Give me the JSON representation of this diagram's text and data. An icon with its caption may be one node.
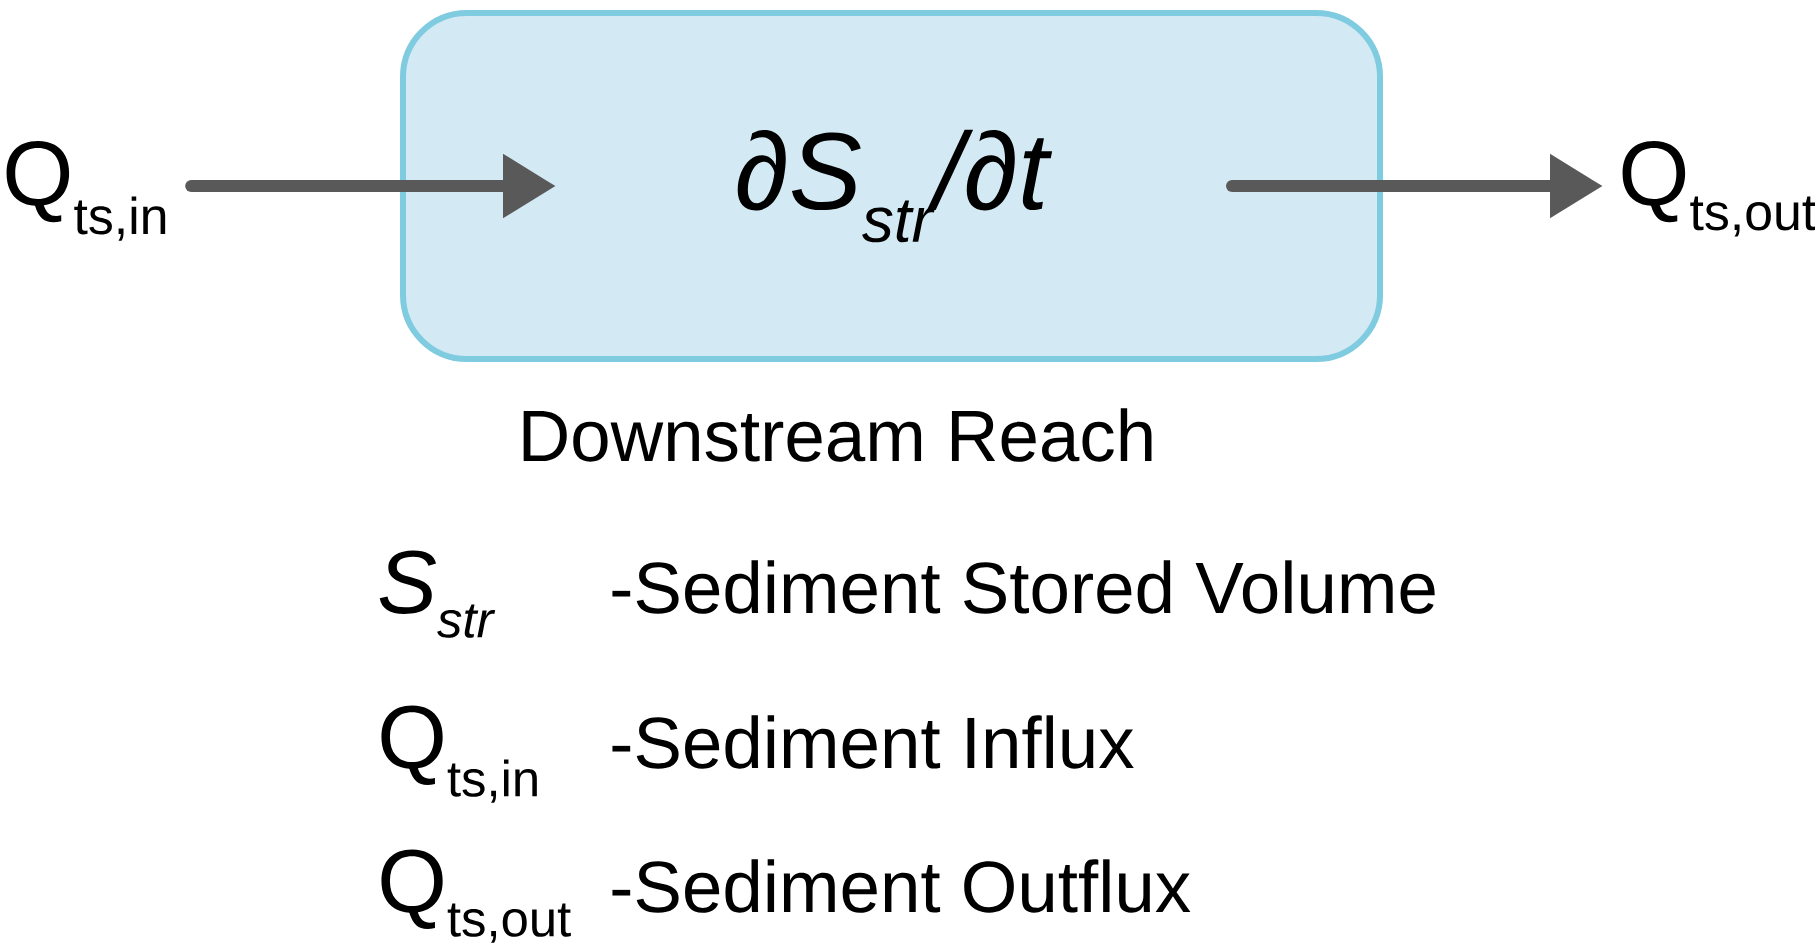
{
  "diagram": {
    "nodes": [
      {
        "text": [
          "Q$_{ts,in}$"
        ]
      },
      {
        "text": [
          "∂S$_{str}$/∂t"
        ],
        "beside": [
          "Downstream Reach"
        ]
      },
      {
        "text": [
          "Q$_{ts,out}$"
        ]
      }
    ],
    "edges": [
      {
        "from": 0,
        "to": 1,
        "arrow": "to"
      },
      {
        "from": 1,
        "to": 2,
        "arrow": "to"
      }
    ],
    "labels": [
      "S$_{str}$",
      "-Sediment Stored Volume",
      "Q$_{ts,in}$",
      "-Sediment Influx",
      "Q$_{ts,out}$",
      "-Sediment Outflux"
    ]
  }
}
